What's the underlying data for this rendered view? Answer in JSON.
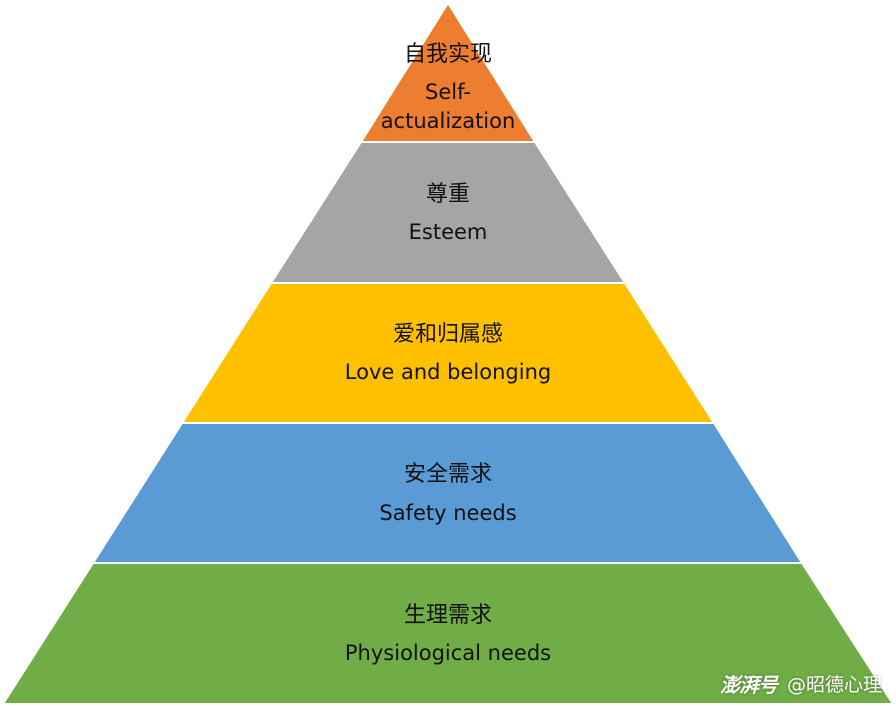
{
  "levels": [
    {
      "zh": "自我实现",
      "en": "Self-actualization",
      "color": "#ED7D31"
    },
    {
      "zh": "尊重",
      "en": "Esteem",
      "color": "#A5A5A5"
    },
    {
      "zh": "爱和归属感",
      "en": "Love and belonging",
      "color": "#FFC000"
    },
    {
      "zh": "安全需求",
      "en": "Safety needs",
      "color": "#5B9BD5"
    },
    {
      "zh": "生理需求",
      "en": "Physiological needs",
      "color": "#70AD47"
    }
  ],
  "watermark": {
    "logo": "澎湃号",
    "handle": "@昭德心理"
  }
}
